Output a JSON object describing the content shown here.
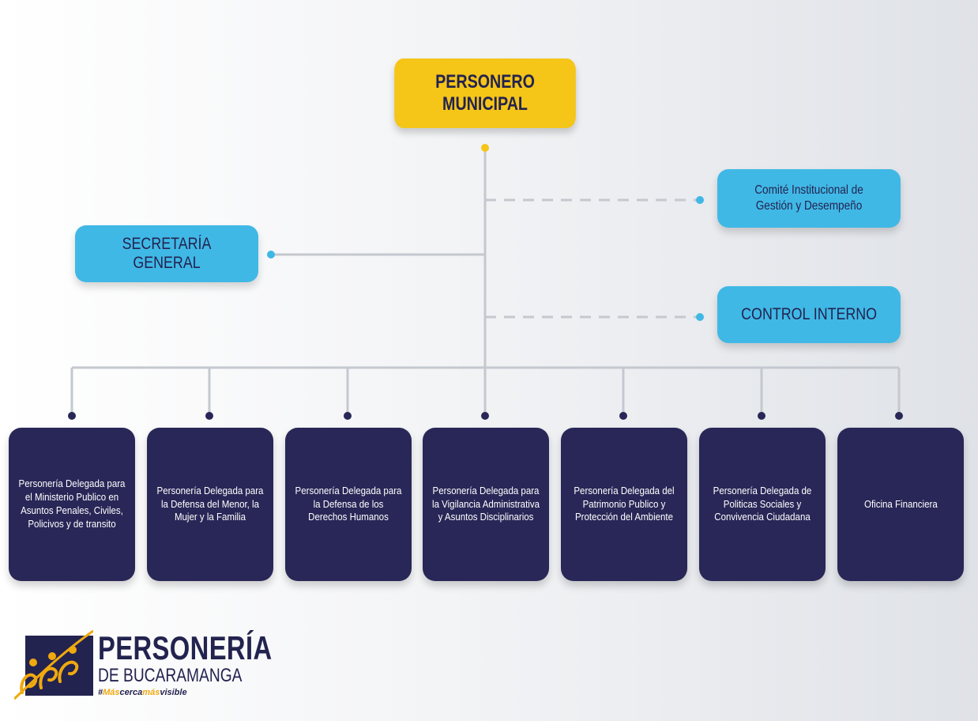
{
  "title": "PERSONERO MUNICIPAL",
  "side_left": "SECRETARÍA GENERAL",
  "side_right": [
    {
      "label": "Comité Institucional de Gestión y Desempeño"
    },
    {
      "label": "CONTROL INTERNO"
    }
  ],
  "departments": [
    {
      "label": "Personería Delegada para el Ministerio Publico en Asuntos Penales, Civiles, Policivos y de transito"
    },
    {
      "label": "Personería Delegada para la Defensa del Menor, la Mujer y la Familia"
    },
    {
      "label": "Personería Delegada para la Defensa de los Derechos Humanos"
    },
    {
      "label": "Personería Delegada para la Vigilancia Administrativa y Asuntos Disciplinarios"
    },
    {
      "label": "Personería Delegada del Patrimonio Publico y Protección del Ambiente"
    },
    {
      "label": "Personería Delegada de Politicas Sociales y Convivencia Ciudadana"
    },
    {
      "label": "Oficina Financiera"
    }
  ],
  "logo": {
    "name": "PERSONERÍA",
    "city": "DE BUCARAMANGA",
    "tag_hash": "#",
    "tag_1": "Más",
    "tag_2": "cerca",
    "tag_3": "más",
    "tag_4": "visible"
  },
  "colors": {
    "top_node": "#f5c518",
    "staff_node": "#40b8e6",
    "department_node": "#292757",
    "connector": "#c4c8cf",
    "dot_yellow": "#f5c518",
    "dot_blue": "#40b8e6",
    "dot_dark": "#292757"
  }
}
